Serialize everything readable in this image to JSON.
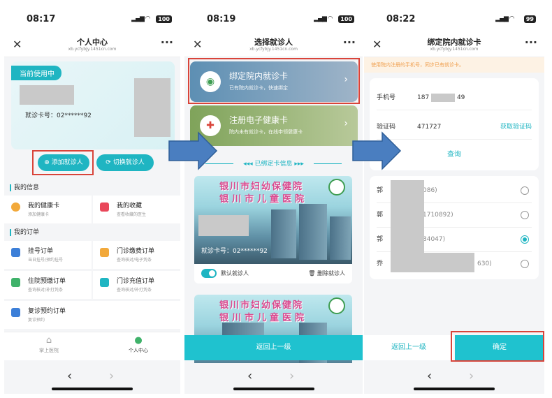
{
  "panel1": {
    "time": "08:17",
    "signal": "all",
    "battery": "100",
    "title": "个人中心",
    "subtitle": "xb.ycfybjy.1451cn.com",
    "current_tag": "当前使用中",
    "card_number": "就诊卡号：02******92",
    "add_patient": "添加就诊人",
    "switch_patient": "切换就诊人",
    "section_info": "我的信息",
    "health_card": {
      "label": "我的健康卡",
      "sub": "添加健康卡"
    },
    "favorites": {
      "label": "我的收藏",
      "sub": "查看收藏的医生"
    },
    "section_orders": "我的订单",
    "orders": [
      {
        "label": "挂号订单",
        "sub": "当日挂号/预约挂号"
      },
      {
        "label": "门诊缴费订单",
        "sub": "查询核对/电子凭条"
      },
      {
        "label": "住院预缴订单",
        "sub": "查询核对/补打凭条"
      },
      {
        "label": "门诊充值订单",
        "sub": "查询核对/补打凭条"
      },
      {
        "label": "复诊预约订单",
        "sub": "复诊预约"
      }
    ],
    "tab_home": "掌上医院",
    "tab_me": "个人中心"
  },
  "panel2": {
    "time": "08:19",
    "battery": "100",
    "title": "选择就诊人",
    "subtitle": "xb.ycfybjy.1451cn.com",
    "bind_card": {
      "title": "绑定院内就诊卡",
      "sub": "已有院内就诊卡，快速绑定"
    },
    "register_card": {
      "title": "注册电子健康卡",
      "sub": "院内未有就诊卡，在线申领健康卡"
    },
    "bound_title": "◂◂◂ 已绑定卡信息 ▸▸▸",
    "hospital_line1": "银川市妇幼保健院",
    "hospital_line2": "银川市儿童医院",
    "card_number": "就诊卡号：02******92",
    "default_patient": "默认就诊人",
    "delete_patient": "删除就诊人",
    "back": "返回上一级"
  },
  "panel3": {
    "time": "08:22",
    "battery": "99",
    "title": "绑定院内就诊卡",
    "subtitle": "xb.ycfybjy.1451cn.com",
    "notice": "使用院内注册的手机号，同步已有就诊卡。",
    "phone_label": "手机号",
    "phone_value_a": "187",
    "phone_value_b": "49",
    "code_label": "验证码",
    "code_value": "471727",
    "get_code": "获取验证码",
    "query": "查询",
    "patients": [
      {
        "prefix": "郭",
        "suffix": "086)",
        "selected": false
      },
      {
        "prefix": "郭",
        "suffix": "1710892)",
        "selected": false
      },
      {
        "prefix": "郭",
        "suffix": "84047)",
        "selected": true
      },
      {
        "prefix": "乔",
        "suffix": "630)",
        "selected": false
      }
    ],
    "back": "返回上一级",
    "confirm": "确定"
  },
  "colors": {
    "accent": "#1fb5c2",
    "highlight": "#d9443a",
    "arrow": "#3e78b6"
  }
}
